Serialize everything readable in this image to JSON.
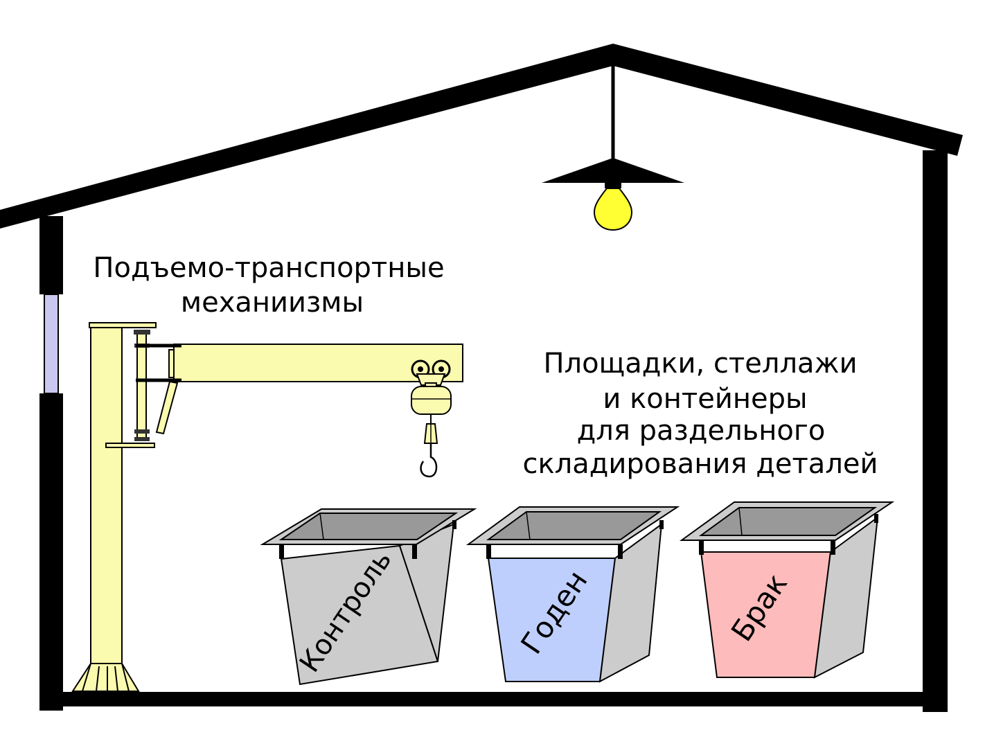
{
  "labels": {
    "crane_line1": "Подъемо-транспортные",
    "crane_line2": "механиизмы",
    "storage_line1": "Площадки, стеллажи",
    "storage_line2": "и контейнеры",
    "storage_line3": "для раздельного",
    "storage_line4": "складирования деталей"
  },
  "containers": [
    {
      "label": "Контроль",
      "color": "#cccccc"
    },
    {
      "label": "Годен",
      "color": "#bfcffd"
    },
    {
      "label": "Брак",
      "color": "#fdbbbb"
    }
  ],
  "colors": {
    "building": "#000000",
    "crane": "#fbfbaf",
    "window": "#c8c8f0",
    "bulb": "#ffff33",
    "container_side": "#cccccc",
    "container_inner": "#999999"
  }
}
